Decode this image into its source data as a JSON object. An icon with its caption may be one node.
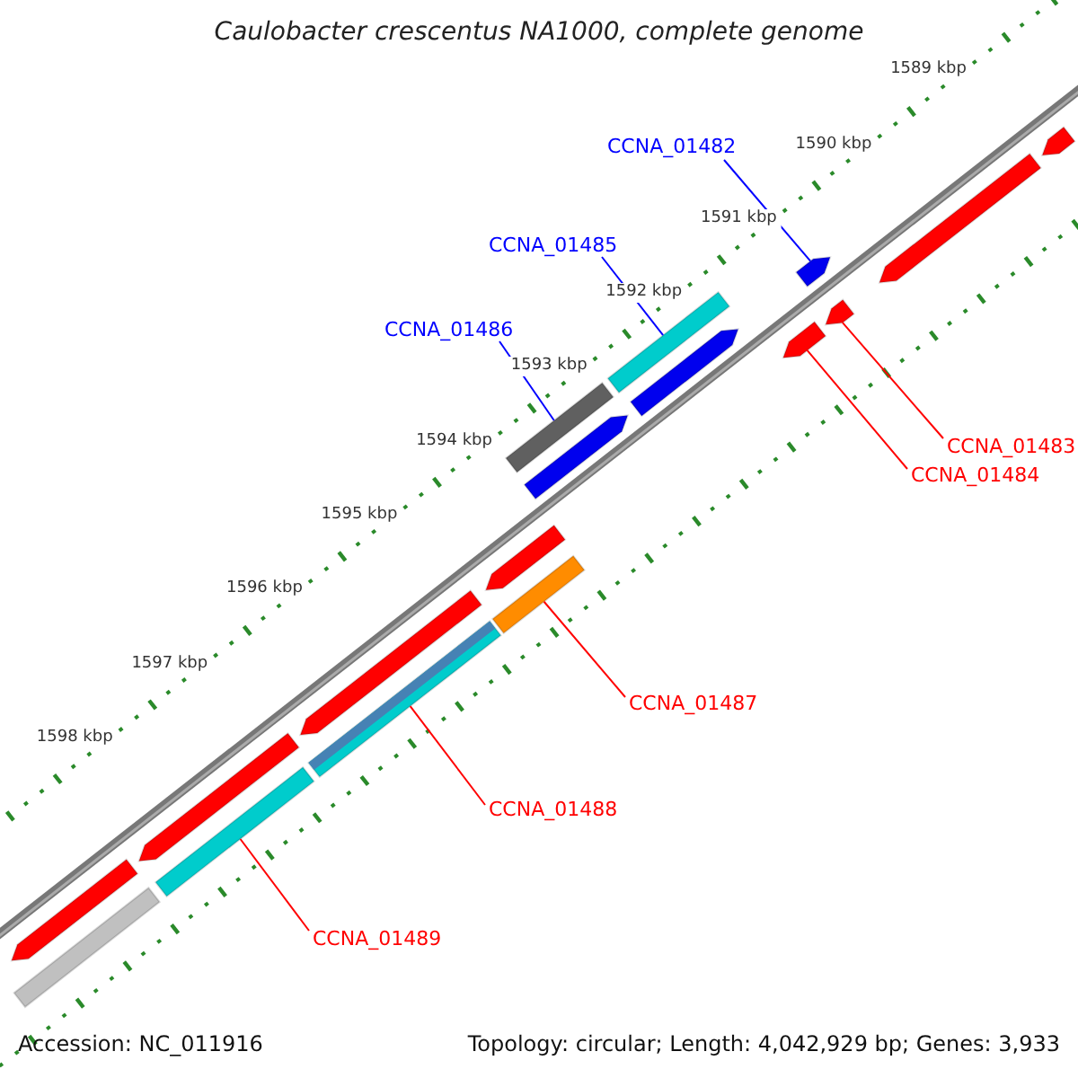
{
  "diagram": {
    "title": "Caulobacter crescentus NA1000, complete genome",
    "nodes": [
      {
        "text": [
          "CCNA_01482"
        ]
      },
      {
        "text": [],
        "shape": "bar"
      },
      {
        "text": [
          "CCNA_01485"
        ]
      },
      {
        "text": [],
        "shape": "bar"
      },
      {
        "text": [
          "CCNA_01486"
        ]
      },
      {
        "text": [],
        "shape": "bar"
      },
      {
        "text": [
          "CCNA_01483"
        ]
      },
      {
        "text": [],
        "shape": "bar"
      },
      {
        "text": [
          "CCNA_01484"
        ]
      },
      {
        "text": [],
        "shape": "bar"
      },
      {
        "text": [
          "CCNA_01487"
        ]
      },
      {
        "text": [],
        "shape": "bar"
      },
      {
        "text": [
          "CCNA_01488"
        ]
      },
      {
        "text": [],
        "shape": "bar"
      },
      {
        "text": [
          "CCNA_01489"
        ]
      },
      {
        "text": [],
        "shape": "bar"
      },
      {
        "text": [],
        "shape": "bar"
      },
      {
        "text": [],
        "shape": "bar"
      },
      {
        "text": [],
        "shape": "bar"
      },
      {
        "text": [],
        "shape": "bar"
      },
      {
        "text": [],
        "shape": "bar"
      },
      {
        "text": [],
        "shape": "bar"
      },
      {
        "text": [],
        "shape": "bar"
      },
      {
        "text": [],
        "shape": "bar"
      },
      {
        "text": [],
        "shape": "bar"
      }
    ],
    "edges": [
      {
        "from": 0,
        "to": 1,
        "arrow": "none",
        "color": "#0000ff"
      },
      {
        "from": 2,
        "to": 3,
        "arrow": "none",
        "color": "#0000ff"
      },
      {
        "from": 4,
        "to": 5,
        "arrow": "none",
        "color": "#0000ff"
      },
      {
        "from": 6,
        "to": 7,
        "arrow": "none"
      },
      {
        "from": 8,
        "to": 9,
        "arrow": "none"
      },
      {
        "from": 10,
        "to": 11,
        "arrow": "none"
      },
      {
        "from": 12,
        "to": 13,
        "arrow": "none"
      },
      {
        "from": 14,
        "to": 15,
        "arrow": "none"
      }
    ],
    "labels": [
      "1589 kbp",
      "1590 kbp",
      "1591 kbp",
      "1592 kbp",
      "1593 kbp",
      "1594 kbp",
      "1595 kbp",
      "1596 kbp",
      "1597 kbp",
      "1598 kbp",
      "Accession: NC_011916",
      "Topology: circular; Length: 4,042,929 bp; Genes: 3,933"
    ]
  }
}
